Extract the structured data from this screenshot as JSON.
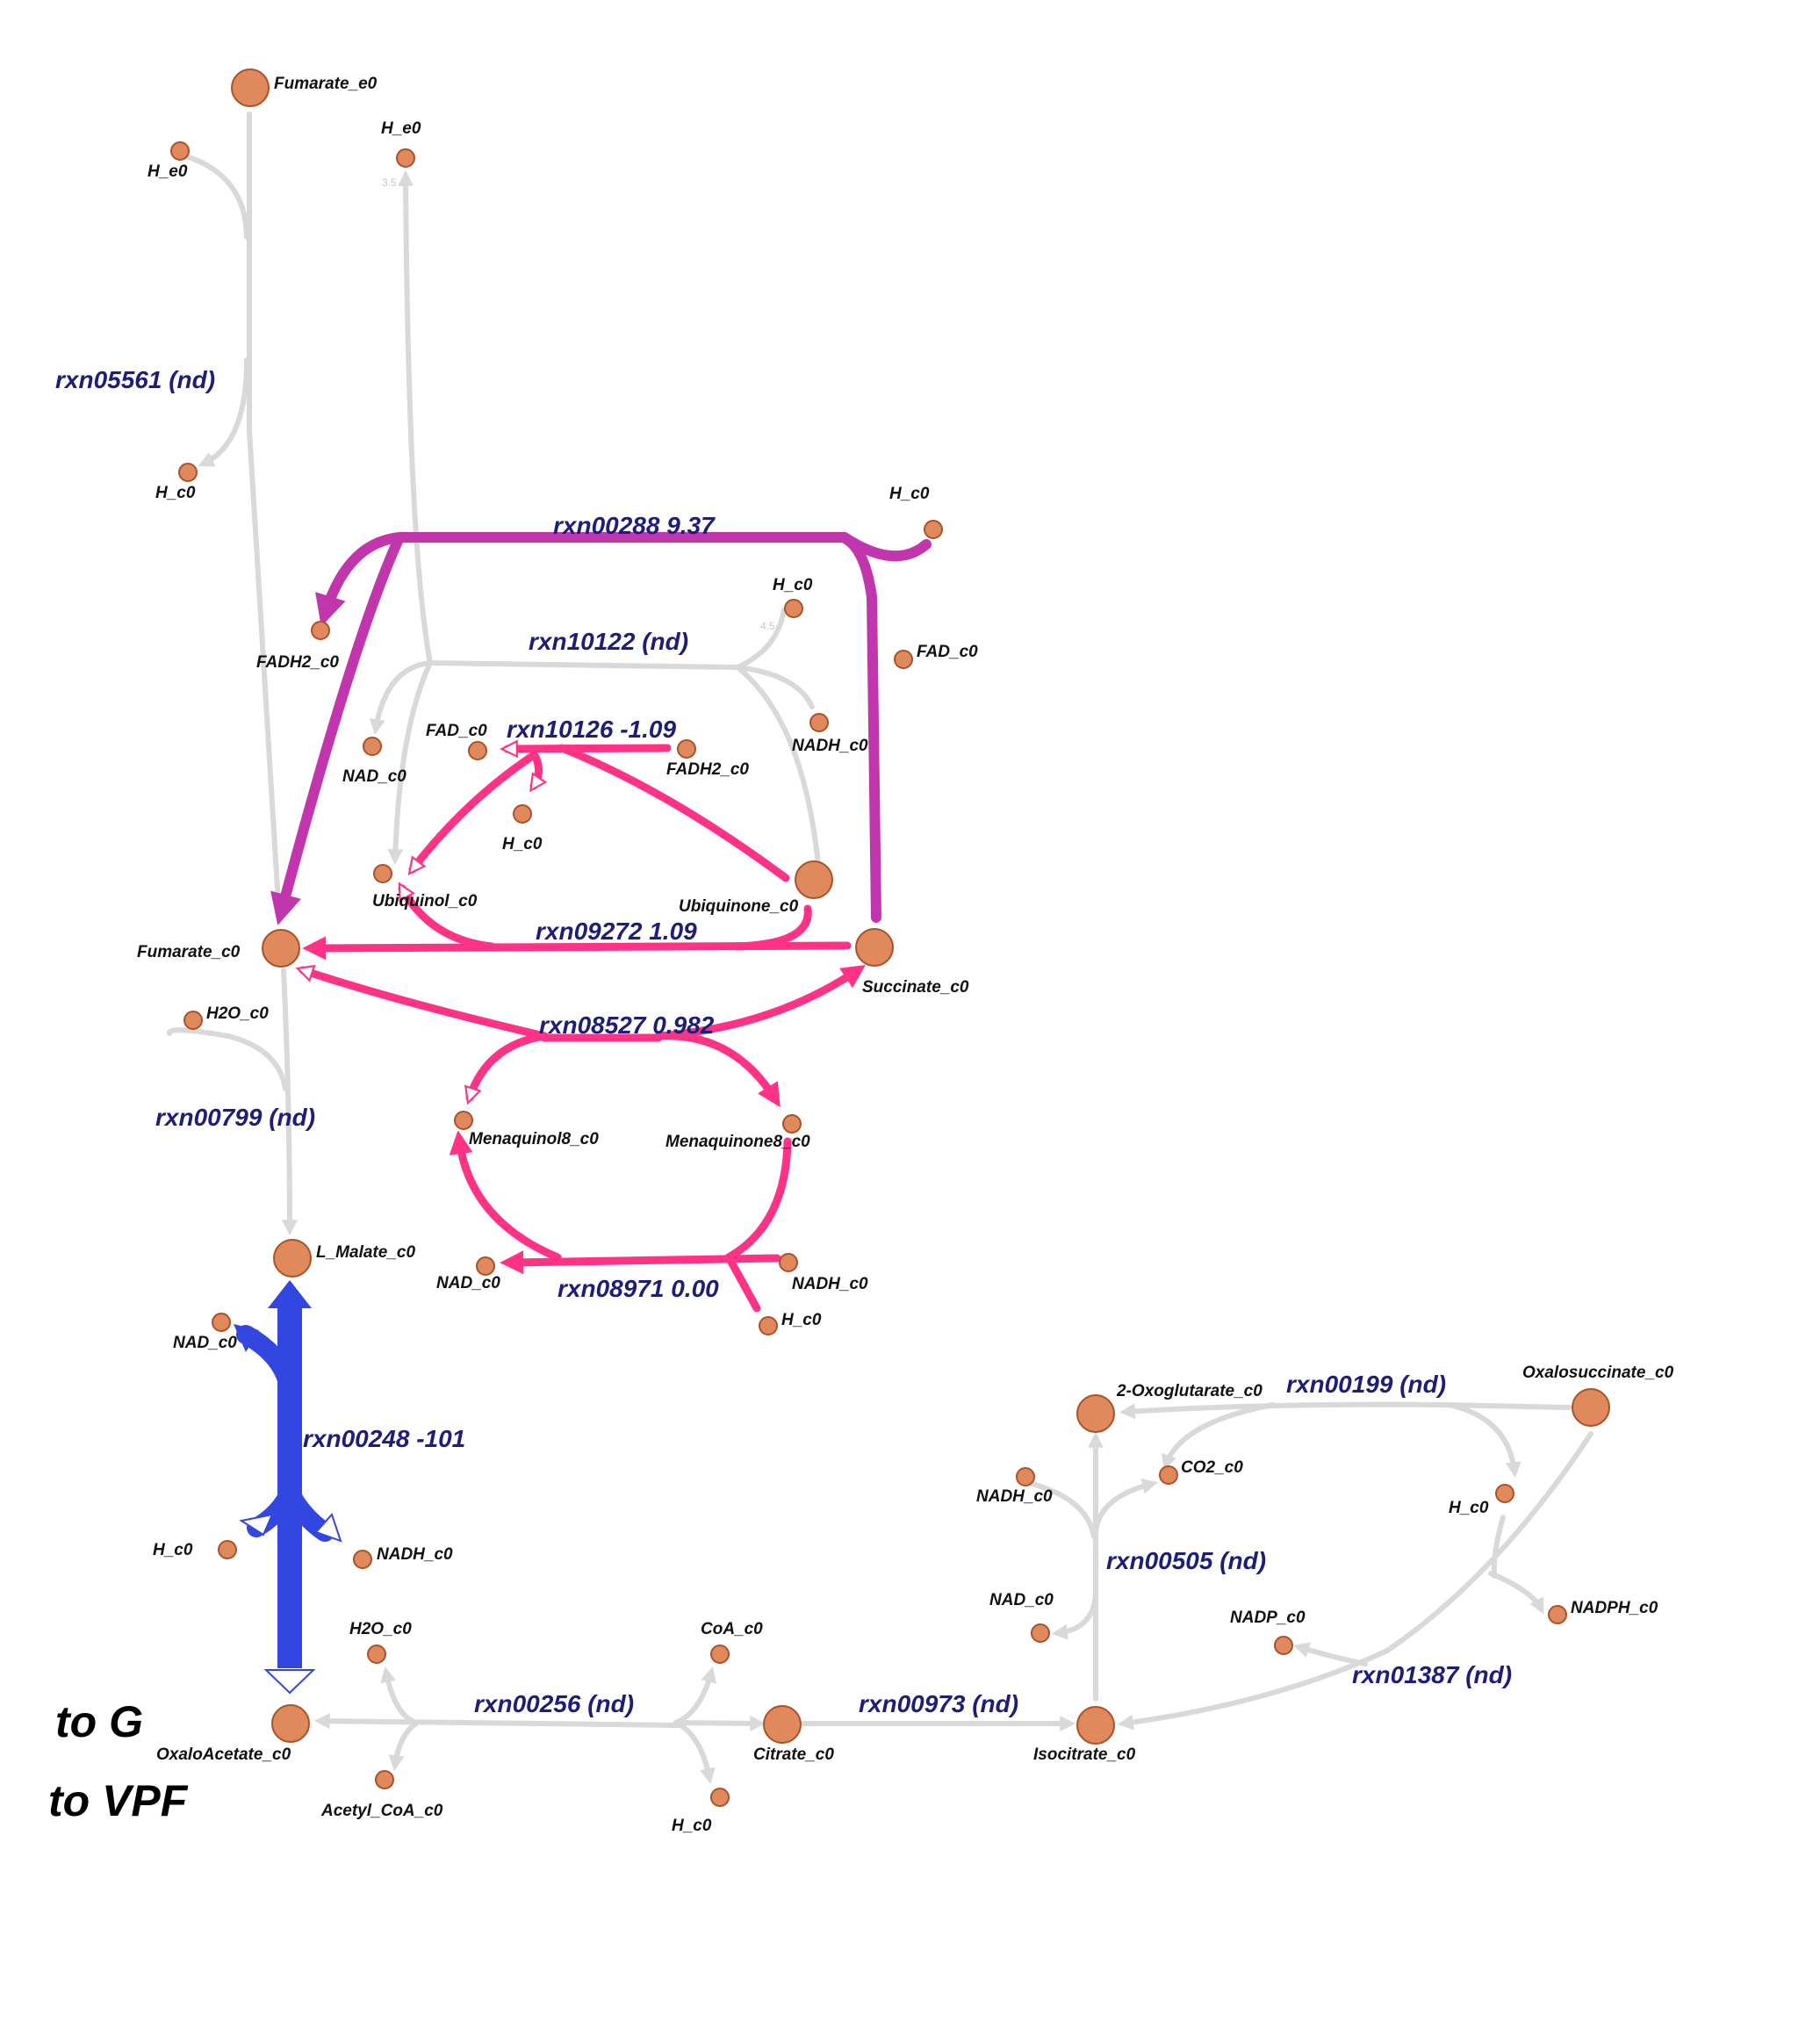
{
  "metabolites": {
    "fumarate_e0": "Fumarate_e0",
    "h_e0_left": "H_e0",
    "h_e0_top": "H_e0",
    "h_c0_a": "H_c0",
    "h_c0_b": "H_c0",
    "h_c0_c": "H_c0",
    "fadh2_c0_a": "FADH2_c0",
    "fad_c0_a": "FAD_c0",
    "nad_c0_a": "NAD_c0",
    "fad_c0_b": "FAD_c0",
    "fadh2_c0_b": "FADH2_c0",
    "nadh_c0_a": "NADH_c0",
    "h_c0_d": "H_c0",
    "ubiquinol_c0": "Ubiquinol_c0",
    "ubiquinone_c0": "Ubiquinone_c0",
    "fumarate_c0": "Fumarate_c0",
    "succinate_c0": "Succinate_c0",
    "h2o_c0_a": "H2O_c0",
    "menaquinol8_c0": "Menaquinol8_c0",
    "menaquinone8_c0": "Menaquinone8_c0",
    "l_malate_c0": "L_Malate_c0",
    "nad_c0_b": "NAD_c0",
    "nadh_c0_b": "NADH_c0",
    "h_c0_e": "H_c0",
    "nad_c0_c": "NAD_c0",
    "h_c0_f": "H_c0",
    "nadh_c0_c": "NADH_c0",
    "h2o_c0_b": "H2O_c0",
    "oxaloacetate_c0": "OxaloAcetate_c0",
    "acetyl_coa_c0": "Acetyl_CoA_c0",
    "coa_c0": "CoA_c0",
    "citrate_c0": "Citrate_c0",
    "h_c0_g": "H_c0",
    "isocitrate_c0": "Isocitrate_c0",
    "oxoglutarate_c0": "2-Oxoglutarate_c0",
    "oxalosuccinate_c0": "Oxalosuccinate_c0",
    "nadh_c0_d": "NADH_c0",
    "co2_c0": "CO2_c0",
    "h_c0_h": "H_c0",
    "nad_c0_d": "NAD_c0",
    "nadp_c0": "NADP_c0",
    "nadph_c0": "NADPH_c0"
  },
  "reactions": {
    "rxn05561": "rxn05561 (nd)",
    "rxn00288": "rxn00288 9.37",
    "rxn10122": "rxn10122 (nd)",
    "rxn10126": "rxn10126 -1.09",
    "rxn09272": "rxn09272 1.09",
    "rxn08527": "rxn08527 0.982",
    "rxn00799": "rxn00799 (nd)",
    "rxn08971": "rxn08971 0.00",
    "rxn00248": "rxn00248 -101",
    "rxn00256": "rxn00256 (nd)",
    "rxn00973": "rxn00973 (nd)",
    "rxn00199": "rxn00199 (nd)",
    "rxn00505": "rxn00505 (nd)",
    "rxn01387": "rxn01387 (nd)"
  },
  "tiny_labels": {
    "a": "3.5",
    "b": "4.5"
  },
  "links": {
    "to_g": "to G",
    "to_vpf": "to VPF"
  },
  "flux_colors": {
    "no_data": "#d9d9d9",
    "low_flux": "#ff3386",
    "mid_flux": "#c236ad",
    "high_negative_flux": "#3346e0",
    "metabolite_fill": "#e0895c"
  }
}
